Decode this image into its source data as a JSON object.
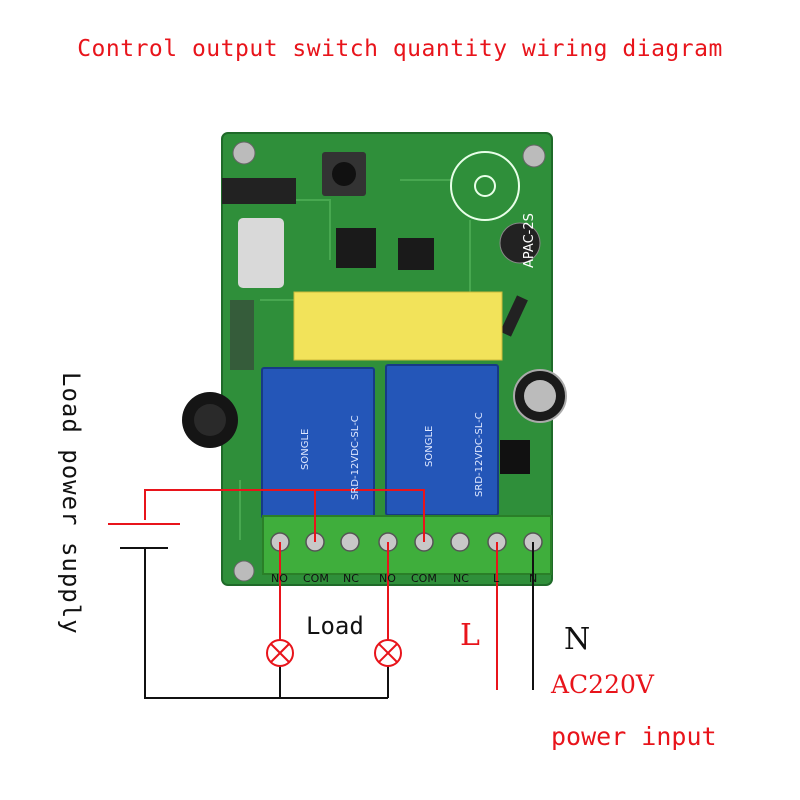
{
  "title": "Control output switch quantity wiring diagram",
  "load_power_supply": "Load power supply",
  "load_label": "Load",
  "line_label": "L",
  "neutral_label": "N",
  "voltage_label": "AC220V",
  "power_input_label": "power input",
  "board": {
    "model": "APAC-2S",
    "relay_model": "SRD-12VDC-SL-C",
    "relay_brand": "SONGLE",
    "terminals": [
      "NO",
      "COM",
      "NC",
      "NO",
      "COM",
      "NC",
      "L",
      "N"
    ]
  },
  "colors": {
    "title": "#e8141b",
    "wire_red": "#e8141b",
    "wire_black": "#111111",
    "pcb": "#2f8f3a",
    "relay": "#2456b8",
    "terminal_block": "#3fae3c",
    "capacitor": "#f2e35a"
  }
}
